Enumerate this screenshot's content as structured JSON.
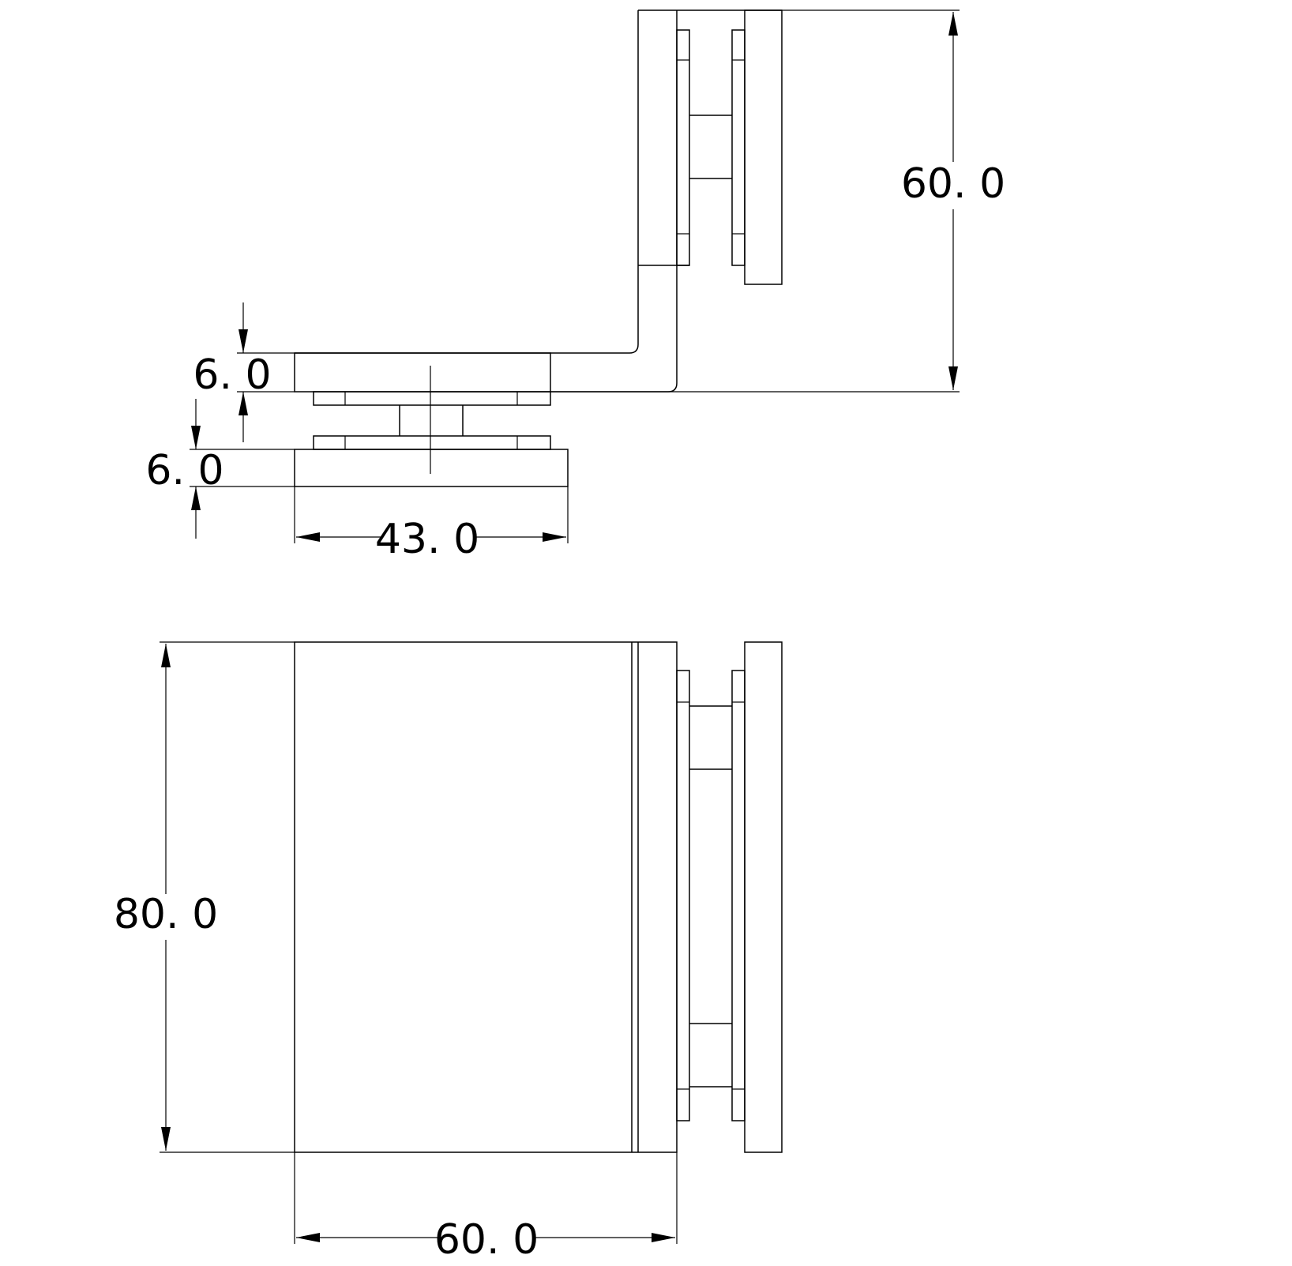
{
  "dimensions": {
    "top_height": "60. 0",
    "plate_thickness_top": "6. 0",
    "plate_thickness_bottom": "6. 0",
    "plate_width": "43. 0",
    "front_height": "80. 0",
    "front_width": "60. 0"
  }
}
